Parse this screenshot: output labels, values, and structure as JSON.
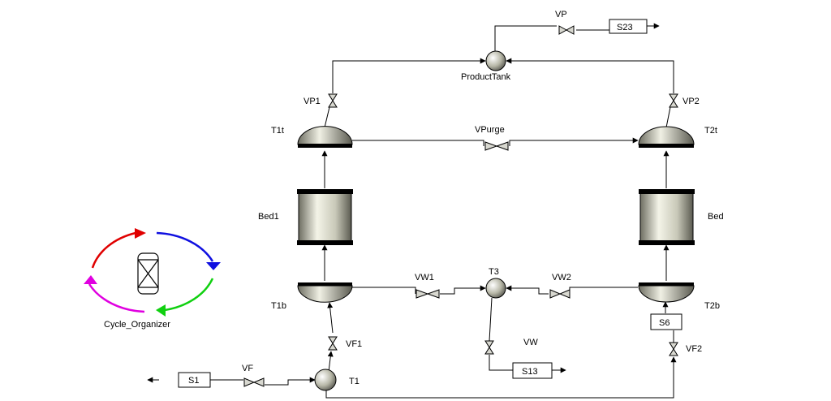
{
  "labels": {
    "vp": "VP",
    "s23": "S23",
    "product_tank": "ProductTank",
    "vp1": "VP1",
    "vp2": "VP2",
    "t1t": "T1t",
    "t2t": "T2t",
    "vpurge": "VPurge",
    "bed1": "Bed1",
    "bed2": "Bed",
    "t1b": "T1b",
    "t2b": "T2b",
    "vw1": "VW1",
    "vw2": "VW2",
    "t3": "T3",
    "s6": "S6",
    "vf1": "VF1",
    "vf2": "VF2",
    "vw": "VW",
    "s13": "S13",
    "s1": "S1",
    "vf": "VF",
    "t1": "T1",
    "cycle_organizer": "Cycle_Organizer"
  },
  "colors": {
    "cycle_red": "#e00000",
    "cycle_blue": "#1010e0",
    "cycle_green": "#10d010",
    "cycle_magenta": "#e000e0"
  }
}
